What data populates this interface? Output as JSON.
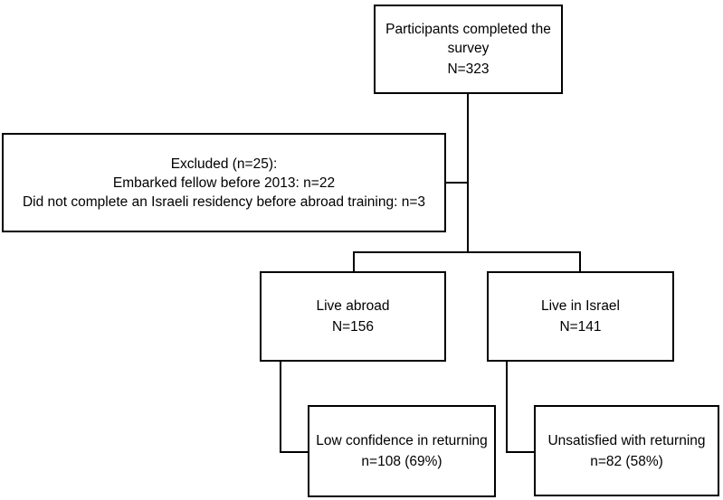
{
  "figure": {
    "background_color": "#ffffff",
    "line_color": "#000000",
    "text_color": "#000000"
  },
  "nodes": {
    "survey": {
      "label": "Participants completed the survey",
      "count": "N=323"
    },
    "excluded": {
      "title": "Excluded (n=25):",
      "reason1": "Embarked fellow before 2013: n=22",
      "reason2": "Did not complete an Israeli residency before abroad training: n=3"
    },
    "live_abroad": {
      "label": "Live abroad",
      "count": "N=156"
    },
    "live_israel": {
      "label": "Live in Israel",
      "count": "N=141"
    },
    "low_confidence": {
      "label": "Low confidence in returning",
      "count": "n=108 (69%)"
    },
    "unsatisfied": {
      "label": "Unsatisfied with returning",
      "count": "n=82 (58%)"
    }
  },
  "flow": [
    {
      "from": "survey",
      "to": "excluded"
    },
    {
      "from": "survey",
      "to": "live_abroad"
    },
    {
      "from": "survey",
      "to": "live_israel"
    },
    {
      "from": "live_abroad",
      "to": "low_confidence"
    },
    {
      "from": "live_israel",
      "to": "unsatisfied"
    }
  ]
}
